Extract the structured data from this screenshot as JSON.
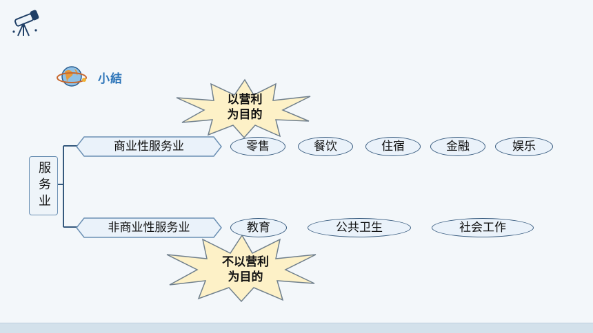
{
  "header": {
    "section_title": "小結"
  },
  "root": {
    "label": "服务业"
  },
  "branches": [
    {
      "label": "商业性服务业",
      "note": [
        "以营利",
        "为目的"
      ],
      "items": [
        "零售",
        "餐饮",
        "住宿",
        "金融",
        "娱乐"
      ]
    },
    {
      "label": "非商业性服务业",
      "note": [
        "不以营利",
        "为目的"
      ],
      "items": [
        "教育",
        "公共卫生",
        "社会工作"
      ]
    }
  ],
  "colors": {
    "accent": "#2a73b8",
    "node_border": "#6a8fb3",
    "burst_fill": "#fdf1c7",
    "burst_stroke": "#6f7f8c",
    "pill_border": "#35597d"
  }
}
